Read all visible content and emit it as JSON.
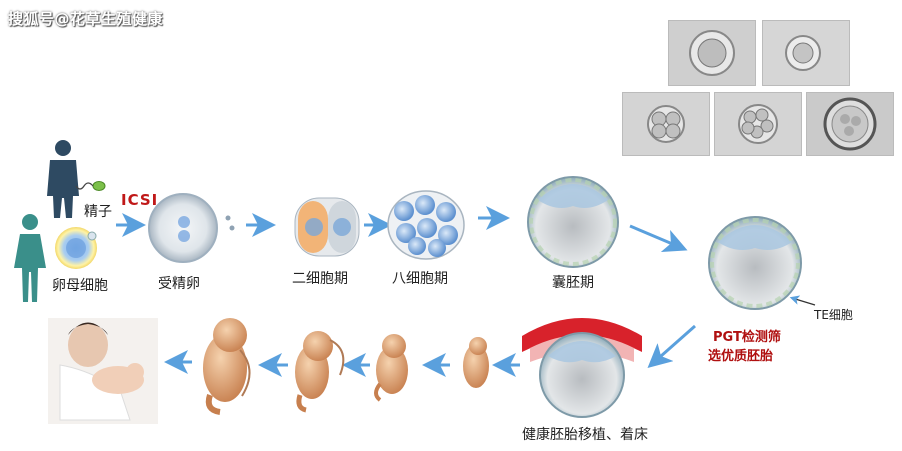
{
  "watermark": "搜狐号@花草生殖健康",
  "colors": {
    "arrow": "#5aa0dd",
    "label_red": "#b01010",
    "uterus_red": "#d8222b",
    "cell_blue": "#7aa8d8",
    "cell_orange": "#f2b477",
    "skin": "#d89a6a"
  },
  "labels": {
    "sperm": "精子",
    "icsi": "ICSI",
    "egg_cell": "卵母细胞",
    "zygote": "受精卵",
    "two_cell": "二细胞期",
    "eight_cell": "八细胞期",
    "blastocyst": "囊胚期",
    "te_cell": "TE细胞",
    "pgt_line1": "PGT检测筛",
    "pgt_line2": "选优质胚胎",
    "transfer": "健康胚胎移植、着床"
  },
  "icons": [
    "man-icon",
    "woman-icon",
    "sperm-icon",
    "egg-icon",
    "zygote-icon",
    "two-cell-icon",
    "eight-cell-icon",
    "blastocyst-icon",
    "biopsy-blastocyst-icon",
    "implantation-icon",
    "fetus-icon",
    "mother-baby-photo"
  ]
}
